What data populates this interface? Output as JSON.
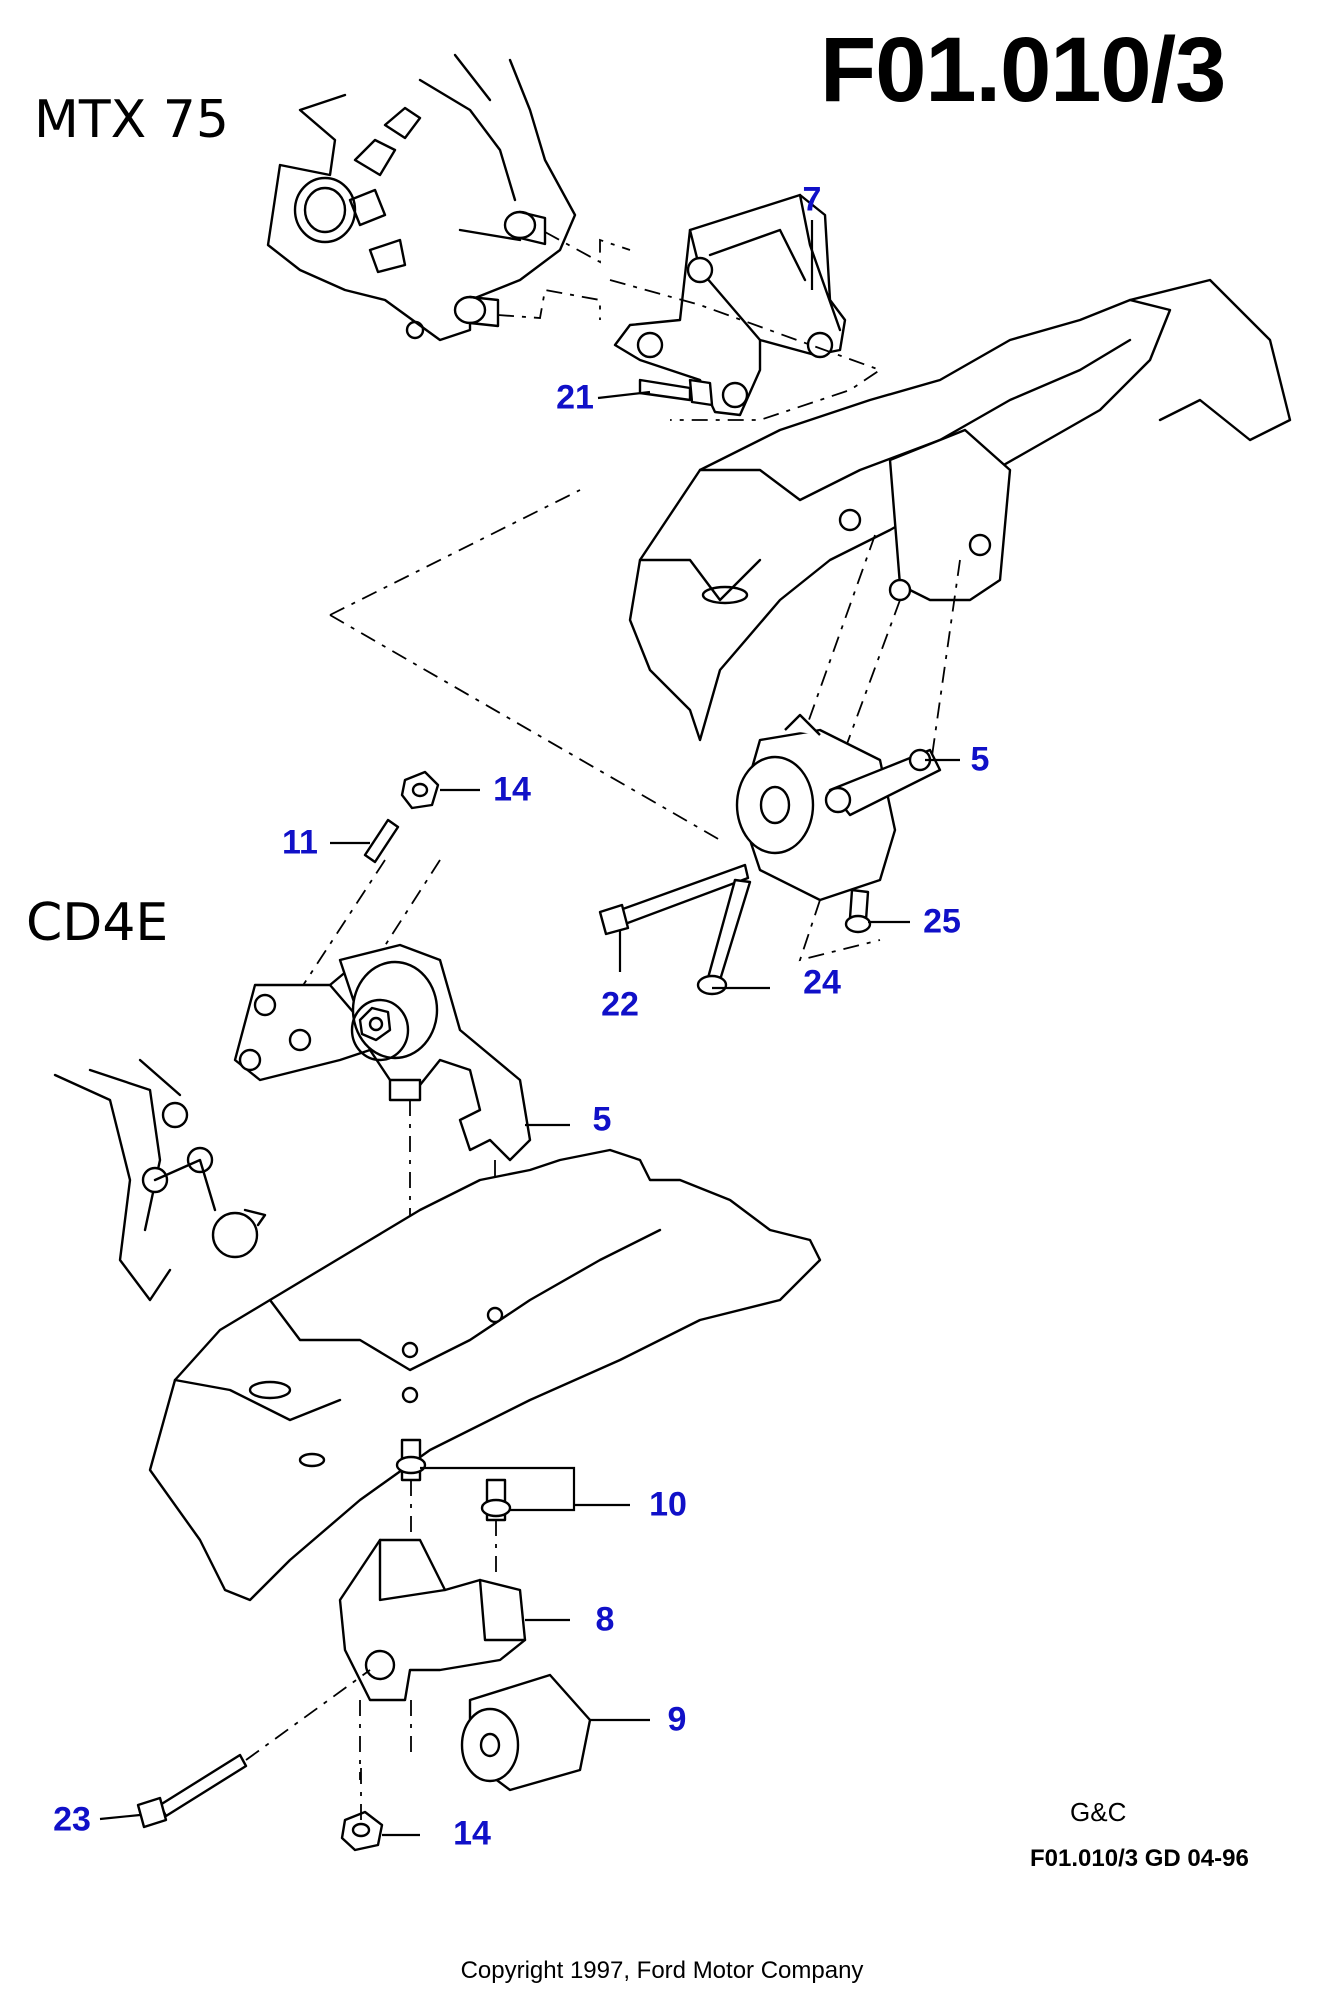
{
  "diagram_title": "F01.010/3",
  "variants": {
    "mtx": "MTX 75",
    "cd4e": "CD4E"
  },
  "callouts": {
    "c7": "7",
    "c21": "21",
    "c5a": "5",
    "c14a": "14",
    "c11": "11",
    "c25": "25",
    "c24": "24",
    "c22": "22",
    "c5b": "5",
    "c10": "10",
    "c8": "8",
    "c9": "9",
    "c23": "23",
    "c14b": "14"
  },
  "footer": {
    "publisher_mark": "G&C",
    "drawing_number": "F01.010/3 GD 04-96",
    "copyright": "Copyright 1997, Ford Motor Company"
  }
}
